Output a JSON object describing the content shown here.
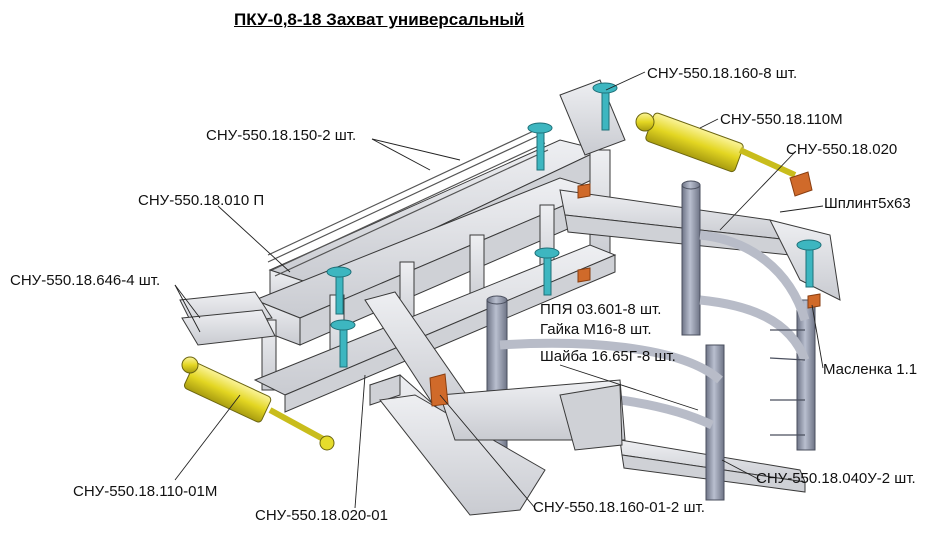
{
  "title": "ПКУ-0,8-18 Захват универсальный",
  "labels": {
    "bolt_top": "СНУ-550.18.160-8 шт.",
    "cylinder_top": "СНУ-550.18.110М",
    "rails": "СНУ-550.18.150-2 шт.",
    "arm_right": "СНУ-550.18.020",
    "frame": "СНУ-550.18.010 П",
    "pin": "Шплинт5х63",
    "hinge": "СНУ-550.18.646-4 шт.",
    "ppya": "ППЯ 03.601-8 шт.",
    "nut": "Гайка М16-8 шт.",
    "washer": "Шайба 16.65Г-8 шт.",
    "oiler": "Масленка 1.1",
    "cylinder_bottom": "СНУ-550.18.110-01М",
    "tine": "СНУ-550.18.040У-2 шт.",
    "bolt_bottom": "СНУ-550.18.160-01-2 шт.",
    "arm_left": "СНУ-550.18.020-01"
  },
  "colors": {
    "steel": "#dcdde2",
    "steel_dark": "#a9abb3",
    "tube": "#8e95a8",
    "cylinder": "#e6dc2c",
    "bolt": "#3db6c0",
    "bracket": "#d06a2a",
    "outline": "#3a3a3a"
  }
}
